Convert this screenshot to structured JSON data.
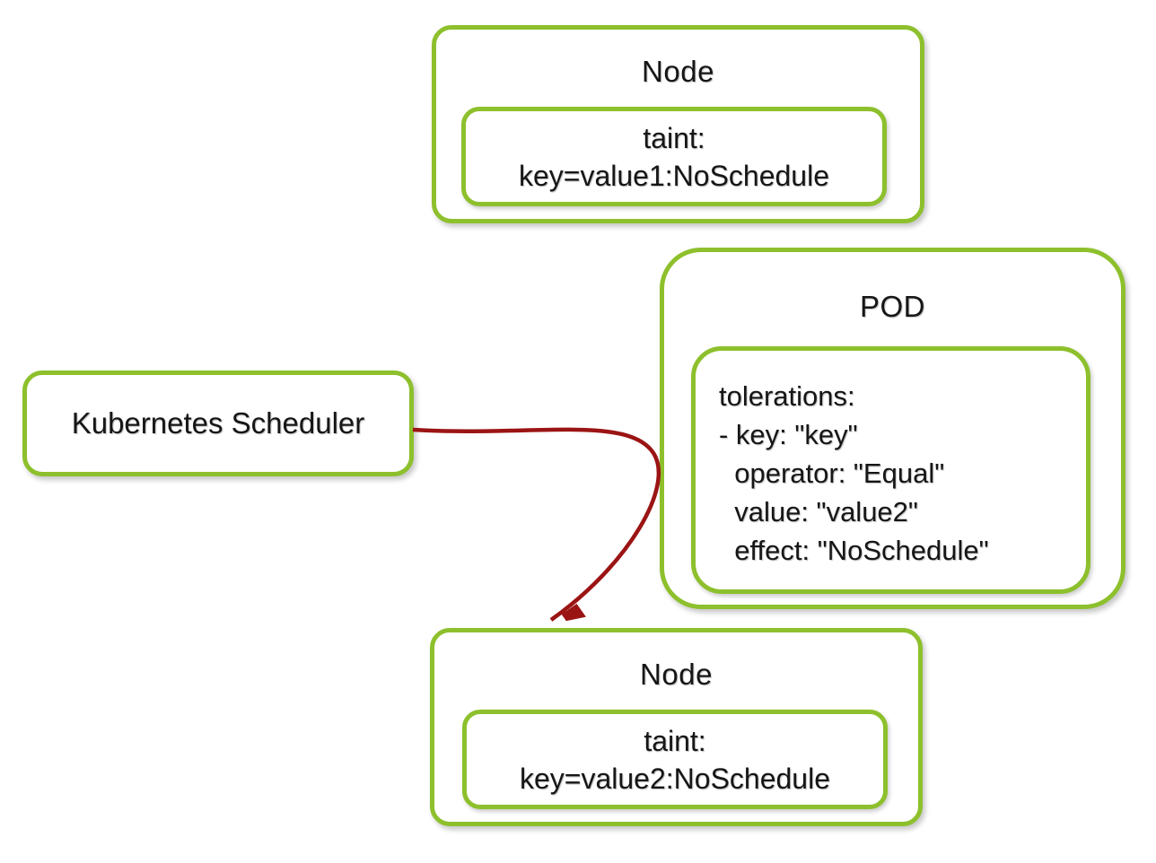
{
  "colors": {
    "border_green": "#8dc02c",
    "arrow_red": "#9b1414",
    "text": "#161616",
    "background": "#ffffff"
  },
  "top_node": {
    "title": "Node",
    "taint": [
      "taint:",
      "key=value1:NoSchedule"
    ]
  },
  "pod": {
    "title": "POD",
    "tolerations": [
      "tolerations:",
      "- key: \"key\"",
      "  operator: \"Equal\"",
      "  value: \"value2\"",
      "  effect: \"NoSchedule\""
    ]
  },
  "scheduler": {
    "label": "Kubernetes Scheduler"
  },
  "bottom_node": {
    "title": "Node",
    "taint": [
      "taint:",
      "key=value2:NoSchedule"
    ]
  },
  "arrow": {
    "from": "Kubernetes Scheduler",
    "to": "Node with taint key=value2:NoSchedule"
  }
}
